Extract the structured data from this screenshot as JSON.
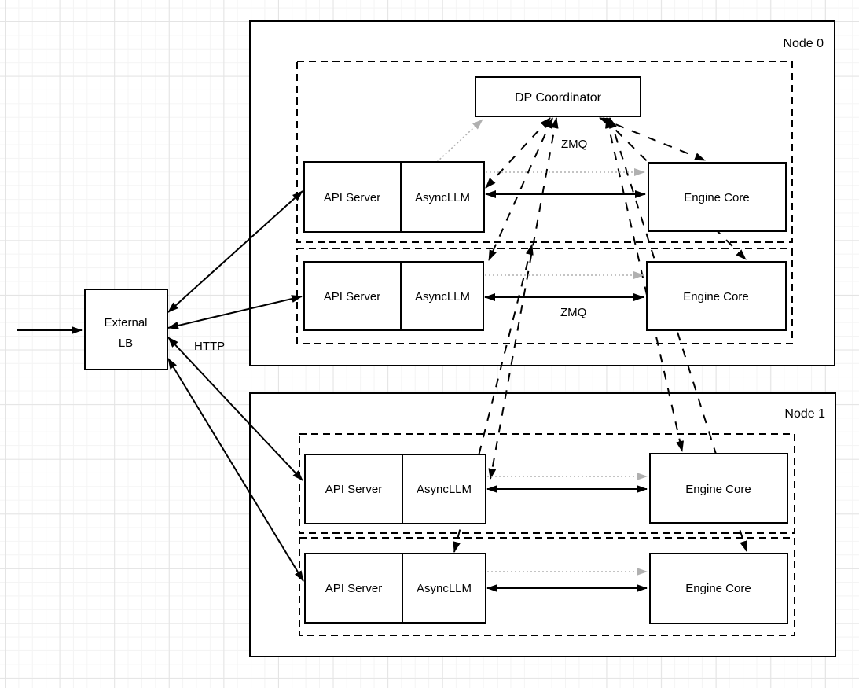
{
  "lb": {
    "line1": "External",
    "line2": "LB"
  },
  "coordinator": {
    "label": "DP Coordinator"
  },
  "node0": {
    "label": "Node 0"
  },
  "node1": {
    "label": "Node 1"
  },
  "labels": {
    "http": "HTTP",
    "zmq_top": "ZMQ",
    "zmq_row2": "ZMQ"
  },
  "replicas": [
    {
      "api_server": "API Server",
      "asyncllm": "AsyncLLM",
      "engine_core": "Engine Core"
    },
    {
      "api_server": "API Server",
      "asyncllm": "AsyncLLM",
      "engine_core": "Engine Core"
    },
    {
      "api_server": "API Server",
      "asyncllm": "AsyncLLM",
      "engine_core": "Engine Core"
    },
    {
      "api_server": "API Server",
      "asyncllm": "AsyncLLM",
      "engine_core": "Engine Core"
    }
  ],
  "colors": {
    "stroke": "#000000",
    "box_fill": "#ffffff",
    "dotted_arrow": "#b0b0b0",
    "grid_minor": "#f4f4f4",
    "grid_major": "#e4e4e4",
    "background": "#ffffff"
  }
}
